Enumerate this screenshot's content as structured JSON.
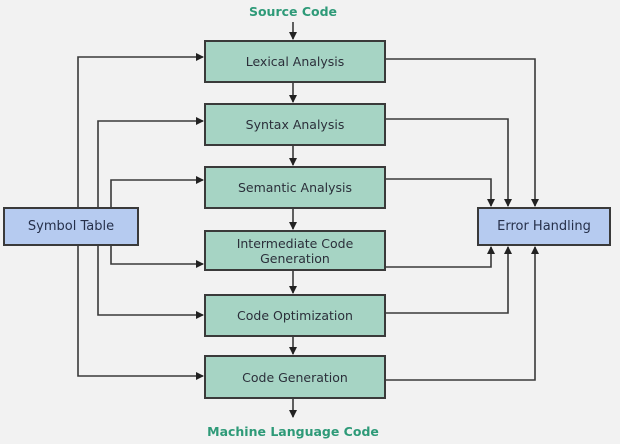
{
  "input_label": "Source Code",
  "output_label": "Machine Language Code",
  "phases": [
    {
      "id": "lexical",
      "label": "Lexical Analysis"
    },
    {
      "id": "syntax",
      "label": "Syntax Analysis"
    },
    {
      "id": "semantic",
      "label": "Semantic Analysis"
    },
    {
      "id": "icg",
      "label": "Intermediate Code Generation"
    },
    {
      "id": "optimization",
      "label": "Code Optimization"
    },
    {
      "id": "codegen",
      "label": "Code Generation"
    }
  ],
  "symbol_table": {
    "label": "Symbol Table"
  },
  "error_handling": {
    "label": "Error Handling"
  },
  "colors": {
    "phase_fill": "#a6d4c4",
    "side_fill": "#b6cbf0",
    "io_text": "#2e9a78",
    "line": "#3a3a3a"
  }
}
